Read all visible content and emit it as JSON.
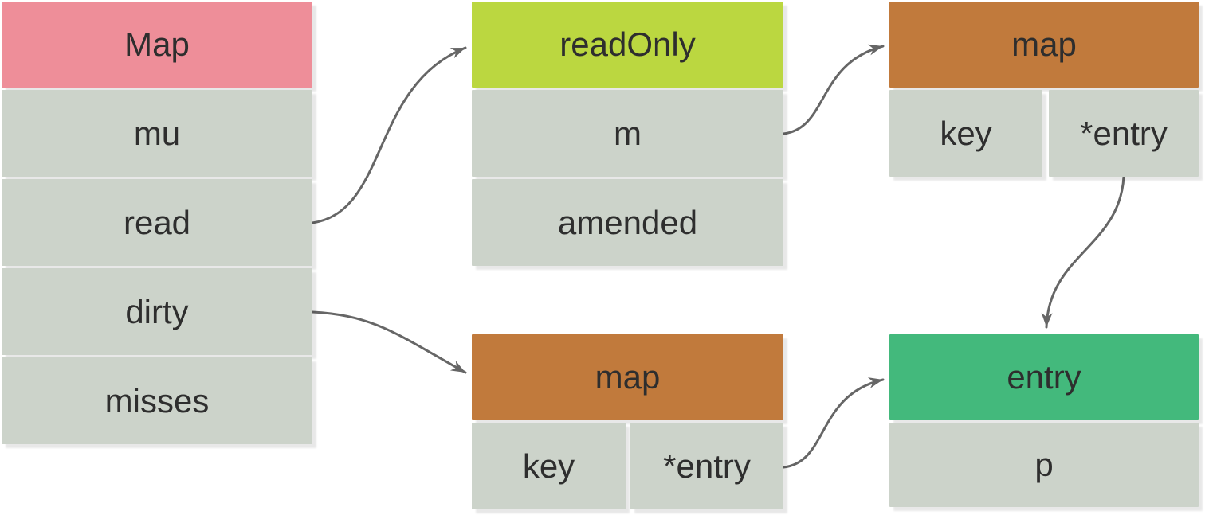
{
  "diagram": {
    "background": "#ffffff",
    "text_color": "#2e2e2e",
    "cell_color": "#ccd3ca",
    "arrow_color": "#666666",
    "nodes": [
      {
        "id": "Map",
        "title": "Map",
        "header_color": "#ee8e99",
        "fields": [
          "mu",
          "read",
          "dirty",
          "misses"
        ]
      },
      {
        "id": "readOnly",
        "title": "readOnly",
        "header_color": "#bbd740",
        "fields": [
          "m",
          "amended"
        ]
      },
      {
        "id": "map-read",
        "title": "map",
        "header_color": "#c17a3c",
        "fields": [
          "key",
          "*entry"
        ]
      },
      {
        "id": "map-dirty",
        "title": "map",
        "header_color": "#c17a3c",
        "fields": [
          "key",
          "*entry"
        ]
      },
      {
        "id": "entry",
        "title": "entry",
        "header_color": "#43b97c",
        "fields": [
          "p"
        ]
      }
    ],
    "edges": [
      {
        "from": "Map.read",
        "to": "readOnly"
      },
      {
        "from": "readOnly.m",
        "to": "map-read"
      },
      {
        "from": "map-read.*entry",
        "to": "entry"
      },
      {
        "from": "Map.dirty",
        "to": "map-dirty"
      },
      {
        "from": "map-dirty.*entry",
        "to": "entry"
      }
    ]
  }
}
